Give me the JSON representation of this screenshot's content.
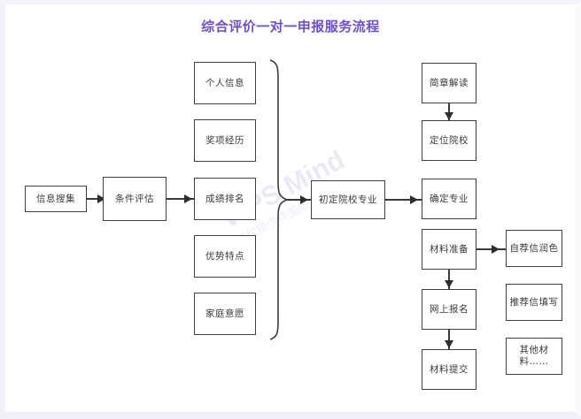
{
  "title": "综合评价一对一申报服务流程",
  "theme": {
    "title_color": "#6b4fd8",
    "node_border": "#3f3f3f",
    "node_fill": "#ffffff",
    "connector_color": "#3a3a3a",
    "canvas_frame": "#f2f1fb"
  },
  "watermark": {
    "primary": "WPS Mind",
    "secondary": "WPS权提供作图服务"
  },
  "flow": {
    "stage1": {
      "label": "信息搜集"
    },
    "stage2": {
      "label": "条件评估"
    },
    "criteria": [
      {
        "label": "个人信息"
      },
      {
        "label": "奖项经历"
      },
      {
        "label": "成绩排名"
      },
      {
        "label": "优势特点"
      },
      {
        "label": "家庭意愿"
      }
    ],
    "stage3": {
      "label": "初定院校专业"
    },
    "school_track": [
      {
        "label": "简章解读"
      },
      {
        "label": "定位院校"
      },
      {
        "label": "确定专业"
      },
      {
        "label": "材料准备"
      },
      {
        "label": "网上报名"
      },
      {
        "label": "材料提交"
      }
    ],
    "materials": [
      {
        "label": "自荐信润色"
      },
      {
        "label": "推荐信填写"
      },
      {
        "label": "其他材料……"
      }
    ]
  }
}
